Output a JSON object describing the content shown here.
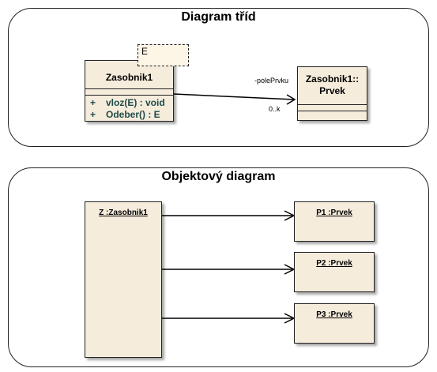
{
  "class_diagram": {
    "title": "Diagram tříd",
    "template_param": "E",
    "zasobnik": {
      "name": "Zasobnik1",
      "operations": [
        {
          "visibility": "+",
          "text": "vloz(E) : void"
        },
        {
          "visibility": "+",
          "text": "Odeber() : E"
        }
      ]
    },
    "prvek": {
      "name_line1": "Zasobnik1::",
      "name_line2": "Prvek"
    },
    "association": {
      "role": "-polePrvku",
      "multiplicity": "0..k"
    }
  },
  "object_diagram": {
    "title": "Objektový diagram",
    "main_object": "Z :Zasobnik1",
    "objects": [
      "P1 :Prvek",
      "P2 :Prvek",
      "P3 :Prvek"
    ]
  }
}
